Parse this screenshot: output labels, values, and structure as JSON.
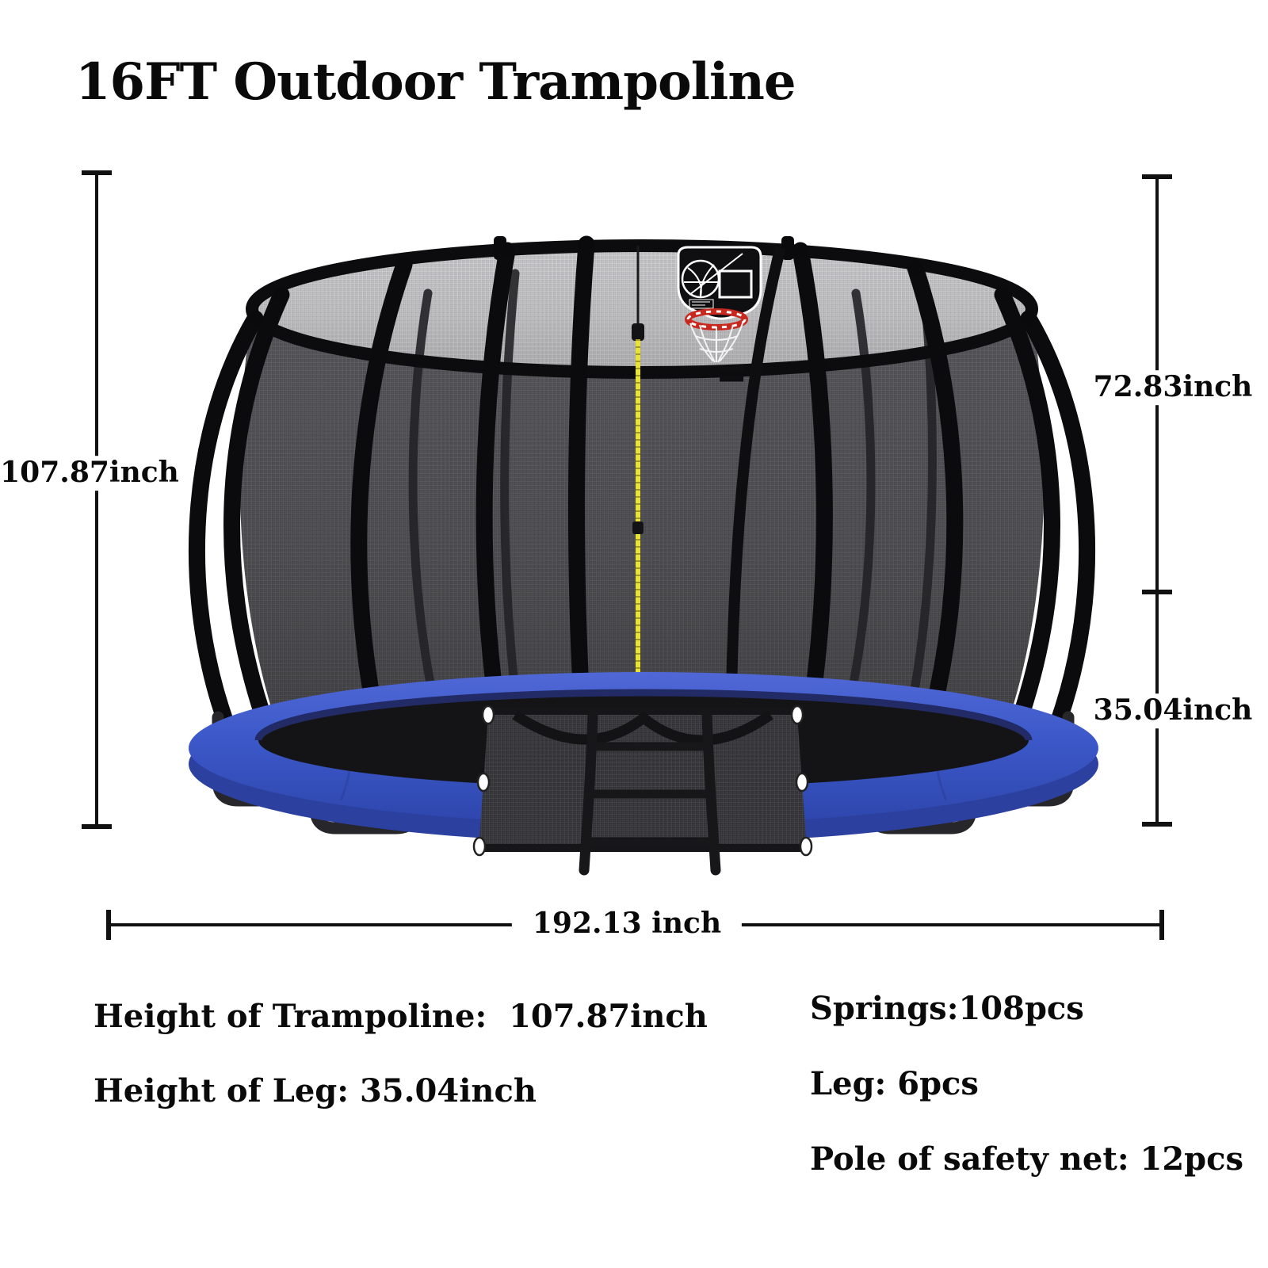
{
  "title": "16FT Outdoor Trampoline",
  "dimensions": {
    "total_height": "107.87inch",
    "net_height": "72.83inch",
    "leg_height": "35.04inch",
    "total_width": "192.13 inch"
  },
  "specs_left": [
    "Height of Trampoline:  107.87inch",
    "Height of Leg: 35.04inch"
  ],
  "specs_right": [
    "Springs:108pcs",
    "Leg: 6pcs",
    "Pole of safety net: 12pcs"
  ],
  "colors": {
    "ink": "#0e0e10",
    "pad-blue": "#3c58c8",
    "pad-blue-light": "#5068d6",
    "pad-blue-dark": "#2c419f",
    "zipper-yellow": "#e8e335",
    "rim-red": "#c8281e"
  }
}
